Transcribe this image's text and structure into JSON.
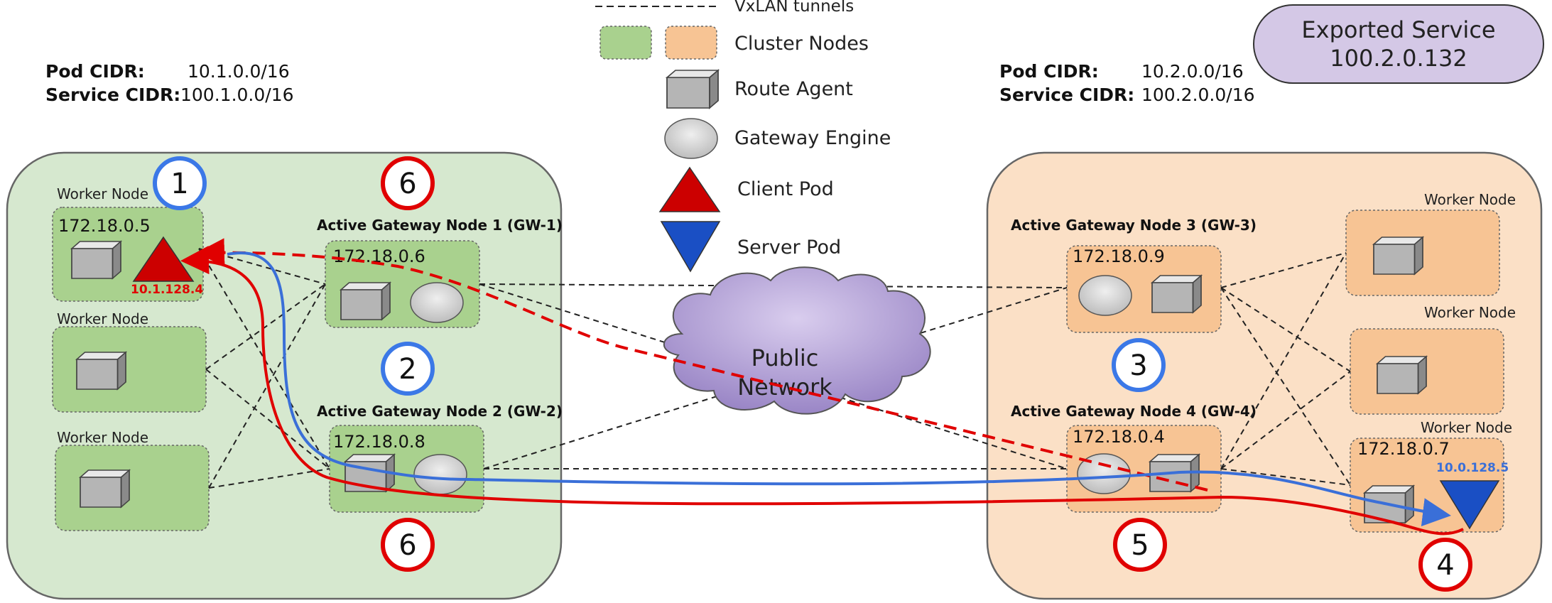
{
  "legend": {
    "tunnels": "VxLAN tunnels",
    "nodes": "Cluster Nodes",
    "route_agent": "Route Agent",
    "gateway_engine": "Gateway Engine",
    "client_pod": "Client Pod",
    "server_pod": "Server Pod"
  },
  "exported_service": {
    "title": "Exported Service",
    "ip": "100.2.0.132"
  },
  "cluster1": {
    "pod_cidr_label": "Pod CIDR:",
    "pod_cidr": "10.1.0.0/16",
    "service_cidr_label": "Service CIDR:",
    "service_cidr": "100.1.0.0/16",
    "worker1": {
      "label": "Worker Node",
      "ip": "172.18.0.5",
      "pod_ip": "10.1.128.4"
    },
    "worker2": {
      "label": "Worker Node"
    },
    "worker3": {
      "label": "Worker Node"
    },
    "gw1": {
      "label": "Active Gateway Node 1 (GW-1)",
      "ip": "172.18.0.6"
    },
    "gw2": {
      "label": "Active Gateway Node 2 (GW-2)",
      "ip": "172.18.0.8"
    }
  },
  "cluster2": {
    "pod_cidr_label": "Pod CIDR:",
    "pod_cidr": "10.2.0.0/16",
    "service_cidr_label": "Service CIDR:",
    "service_cidr": "100.2.0.0/16",
    "gw3": {
      "label": "Active Gateway Node 3 (GW-3)",
      "ip": "172.18.0.9"
    },
    "gw4": {
      "label": "Active Gateway Node 4 (GW-4)",
      "ip": "172.18.0.4"
    },
    "worker_a": {
      "label": "Worker Node"
    },
    "worker_b": {
      "label": "Worker Node"
    },
    "worker_c": {
      "label": "Worker Node",
      "ip": "172.18.0.7",
      "pod_ip": "10.0.128.5"
    }
  },
  "network": {
    "line1": "Public",
    "line2": "Network"
  },
  "steps": {
    "s1": "1",
    "s2": "2",
    "s3": "3",
    "s4": "4",
    "s5": "5",
    "s6a": "6",
    "s6b": "6"
  },
  "colors": {
    "cluster1_fill": "#d6e8cf",
    "node1_fill": "#a9d18e",
    "cluster2_fill": "#fbe0c6",
    "node2_fill": "#f7c494",
    "service_fill": "#d4c8e6",
    "client_pod": "#cc0000",
    "server_pod": "#1a4fc4",
    "path_red": "#e00000",
    "path_blue": "#3a6fd8",
    "step_blue": "#3b78e7",
    "step_red": "#e00000"
  }
}
